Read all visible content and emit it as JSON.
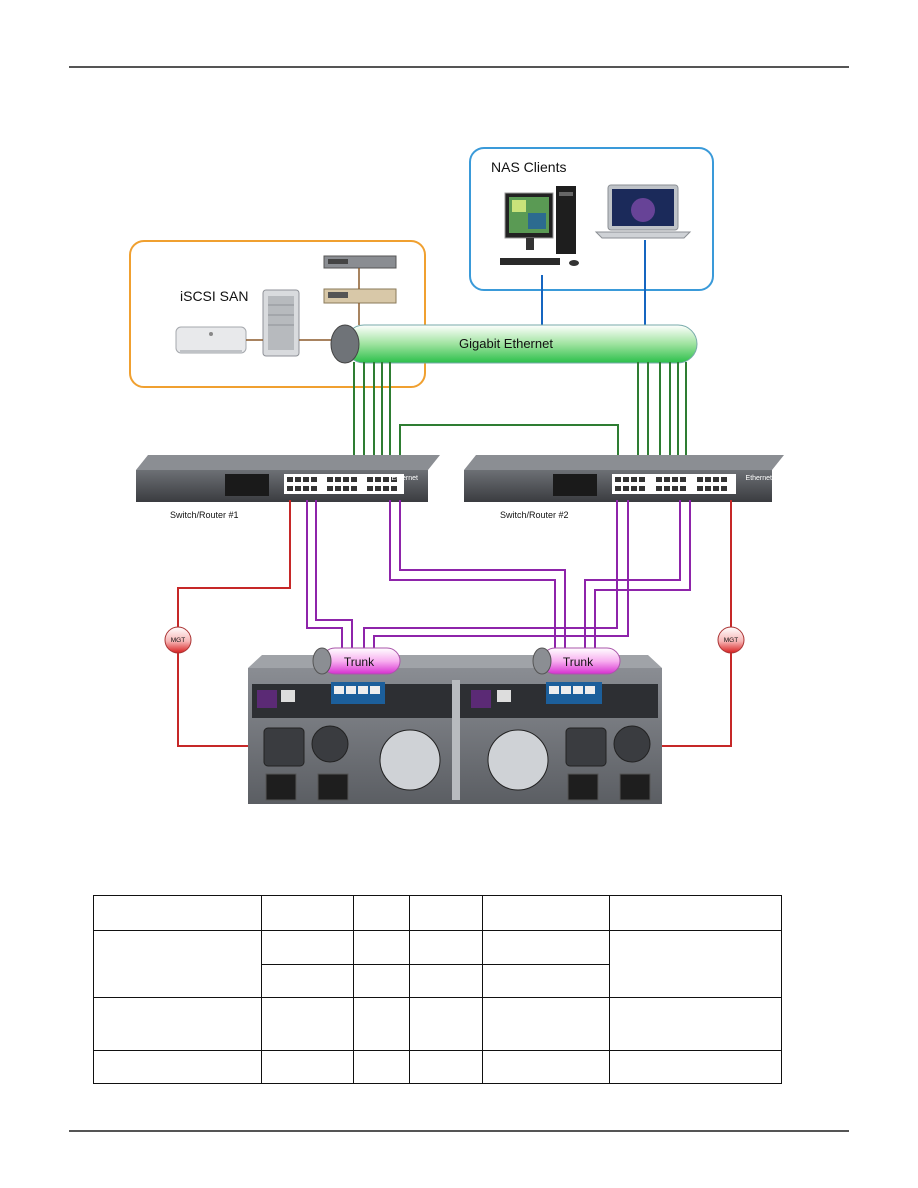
{
  "diagram": {
    "nas_box": {
      "label": "NAS Clients",
      "color": "#3a9ad9"
    },
    "san_box": {
      "label": "iSCSI SAN",
      "color": "#f0a030"
    },
    "backbone": {
      "label": "Gigabit Ethernet"
    },
    "switch_1": {
      "label": "Switch/Router #1",
      "brand": "Ethernet"
    },
    "switch_2": {
      "label": "Switch/Router #2",
      "brand": "Ethernet"
    },
    "trunk_left": {
      "label": "Trunk"
    },
    "trunk_right": {
      "label": "Trunk"
    },
    "mgt_left": {
      "label": "MGT"
    },
    "mgt_right": {
      "label": "MGT"
    },
    "colors": {
      "green": "#2e7d32",
      "purple": "#8e24aa",
      "red": "#c62828",
      "blue": "#1565c0"
    }
  },
  "table": {
    "rows": [
      [
        "",
        "",
        "",
        "",
        "",
        ""
      ],
      [
        "",
        "",
        "",
        "",
        "",
        ""
      ],
      [
        "",
        "",
        "",
        "",
        ""
      ],
      [
        "",
        "",
        "",
        "",
        "",
        ""
      ],
      [
        "",
        "",
        "",
        "",
        "",
        ""
      ]
    ]
  }
}
